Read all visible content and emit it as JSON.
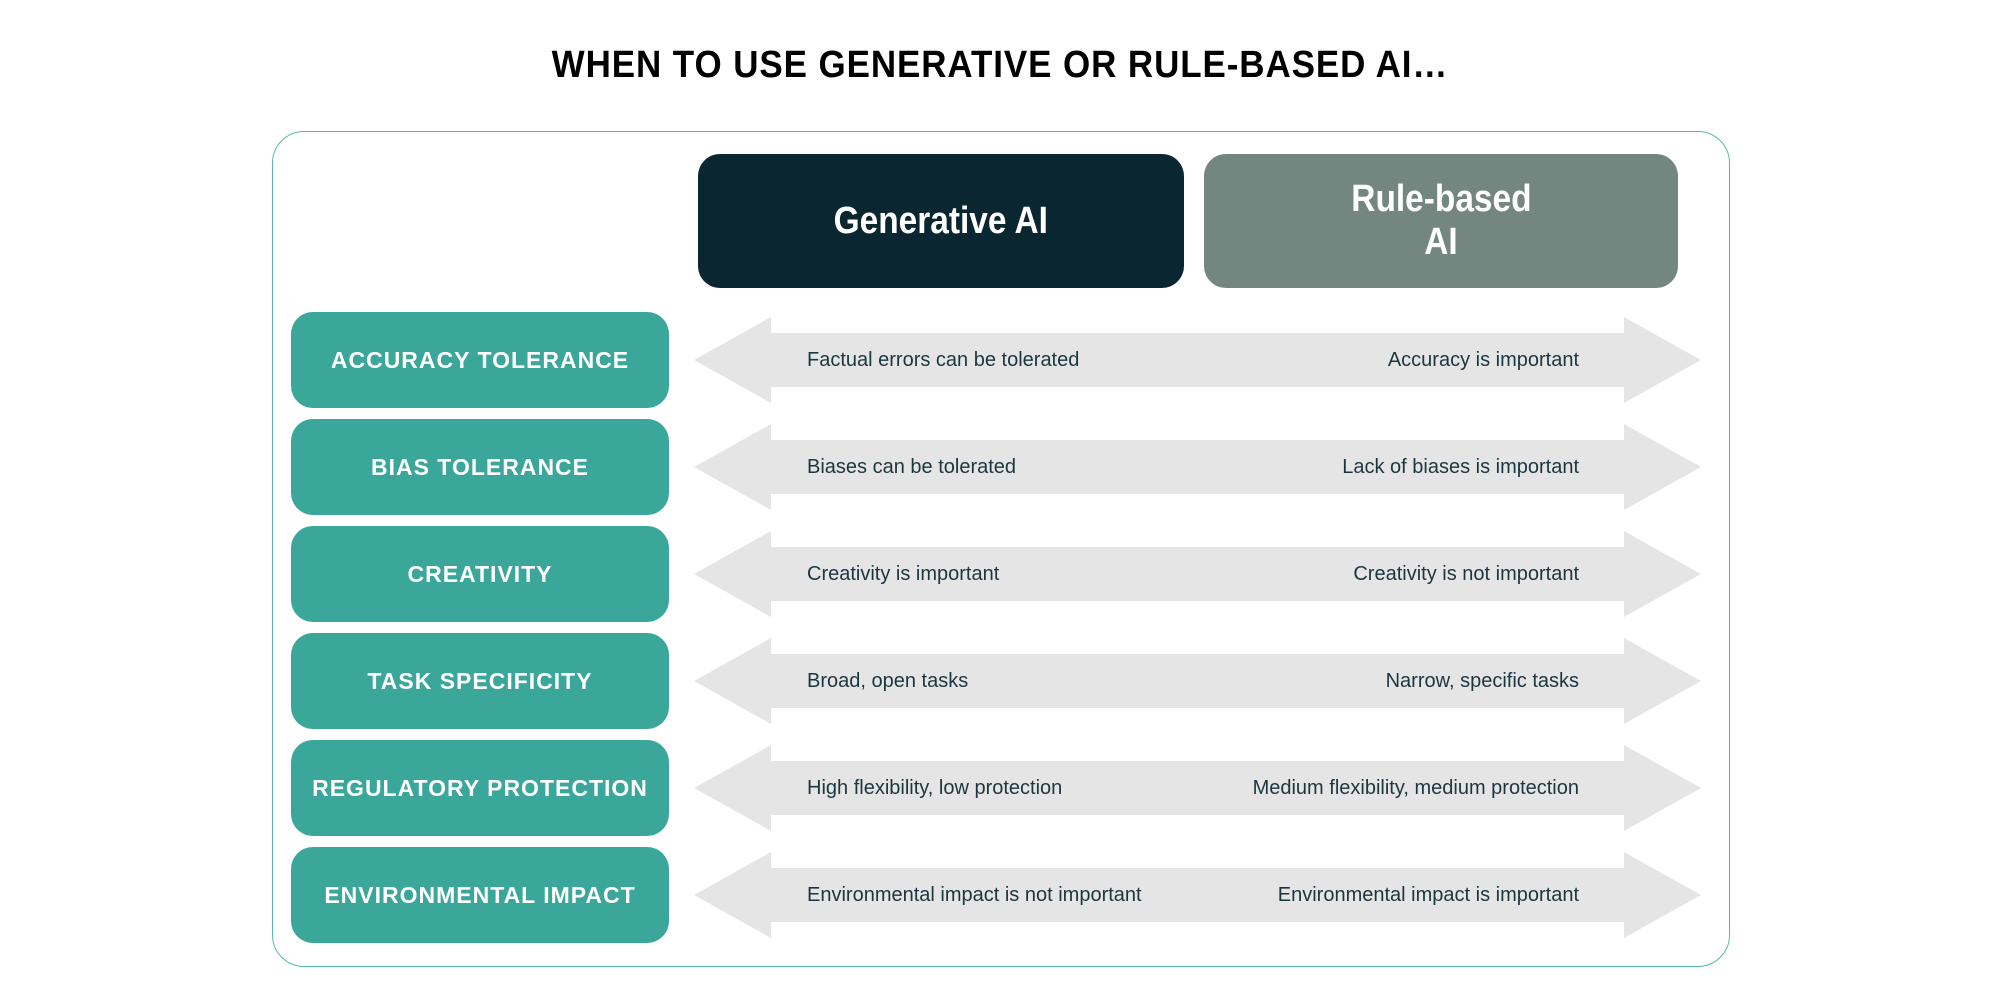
{
  "page": {
    "title": "WHEN TO USE GENERATIVE OR RULE-BASED AI…"
  },
  "columns": {
    "generative_label": "Generative AI",
    "rule_based_line1": "Rule-based",
    "rule_based_line2": "AI"
  },
  "rows": [
    {
      "label": "ACCURACY TOLERANCE",
      "generative": "Factual errors can be tolerated",
      "rule_based": "Accuracy is important"
    },
    {
      "label": "BIAS TOLERANCE",
      "generative": "Biases can be tolerated",
      "rule_based": "Lack of biases is important"
    },
    {
      "label": "CREATIVITY",
      "generative": "Creativity is important",
      "rule_based": "Creativity is not important"
    },
    {
      "label": "TASK SPECIFICITY",
      "generative": "Broad, open tasks",
      "rule_based": "Narrow, specific tasks"
    },
    {
      "label": "REGULATORY PROTECTION",
      "generative": "High flexibility, low protection",
      "rule_based": "Medium flexibility, medium protection"
    },
    {
      "label": "ENVIRONMENTAL IMPACT",
      "generative": "Environmental impact is not important",
      "rule_based": "Environmental impact is important"
    }
  ],
  "colors": {
    "teal_label_box": "#3aa79a",
    "generative_header": "#0a2630",
    "rule_based_header": "#73867f",
    "arrow_fill": "#e5e5e5",
    "arrow_text": "#1c3640",
    "board_border": "#54b9a8",
    "title_text": "#000000",
    "label_text": "#ffffff"
  }
}
